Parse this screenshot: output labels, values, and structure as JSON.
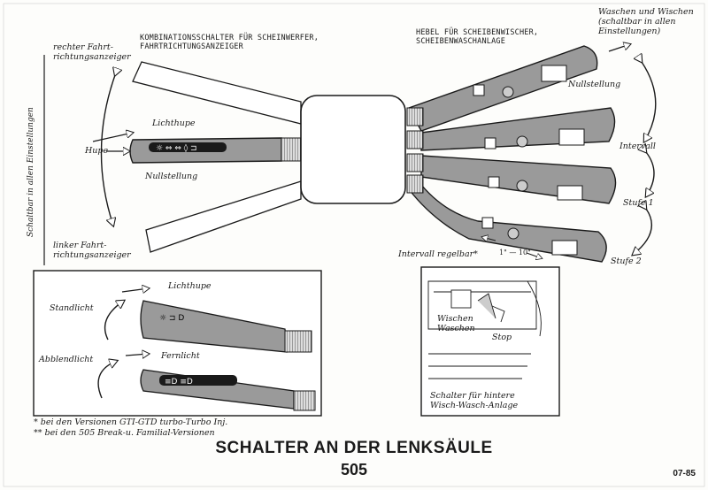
{
  "labels": {
    "kombi": [
      "KOMBINATIONSSCHALTER FÜR SCHEINWERFER,",
      "FAHRTRICHTUNGSANZEIGER"
    ],
    "hebel": [
      "HEBEL FÜR SCHEIBENWISCHER,",
      "SCHEIBENWASCHANLAGE"
    ],
    "waschen_wischen": [
      "Waschen und Wischen",
      "(schaltbar in allen",
      "Einstellungen)"
    ],
    "rechter": [
      "rechter Fahrt-",
      "richtungsanzeiger"
    ],
    "linker": [
      "linker Fahrt-",
      "richtungsanzeiger"
    ],
    "lichthupe": "Lichthupe",
    "hupe": "Hupe",
    "nullstellung_left": "Nullstellung",
    "nullstellung_right": "Nullstellung",
    "intervall": "Intervall",
    "stufe1": "Stufe 1",
    "stufe2": "Stufe 2",
    "intervall_regelbar": "Intervall regelbar*",
    "interval_range": "1\" — 10\"",
    "schaltbar_vertical": "Schaltbar in allen Einstellungen",
    "inset_left": {
      "lichthupe": "Lichthupe",
      "standlicht": "Standlicht",
      "abblendlicht": "Abblendlicht",
      "fernlicht": "Fernlicht"
    },
    "inset_right": {
      "wischen_waschen": [
        "Wischen",
        "Waschen"
      ],
      "stop": "Stop",
      "schalter": [
        "Schalter für hintere",
        "Wisch-Wasch-Anlage"
      ]
    }
  },
  "footnotes": [
    "* bei den Versionen GTI-GTD turbo-Turbo Inj.",
    "** bei den 505 Break-u. Familial-Versionen"
  ],
  "title": "SCHALTER AN DER LENKSÄULE",
  "model": "505",
  "page_code": "07-85",
  "colors": {
    "ink": "#1a1a1a",
    "lever_fill": "#9a9a9a",
    "paper": "#fdfdfb"
  }
}
